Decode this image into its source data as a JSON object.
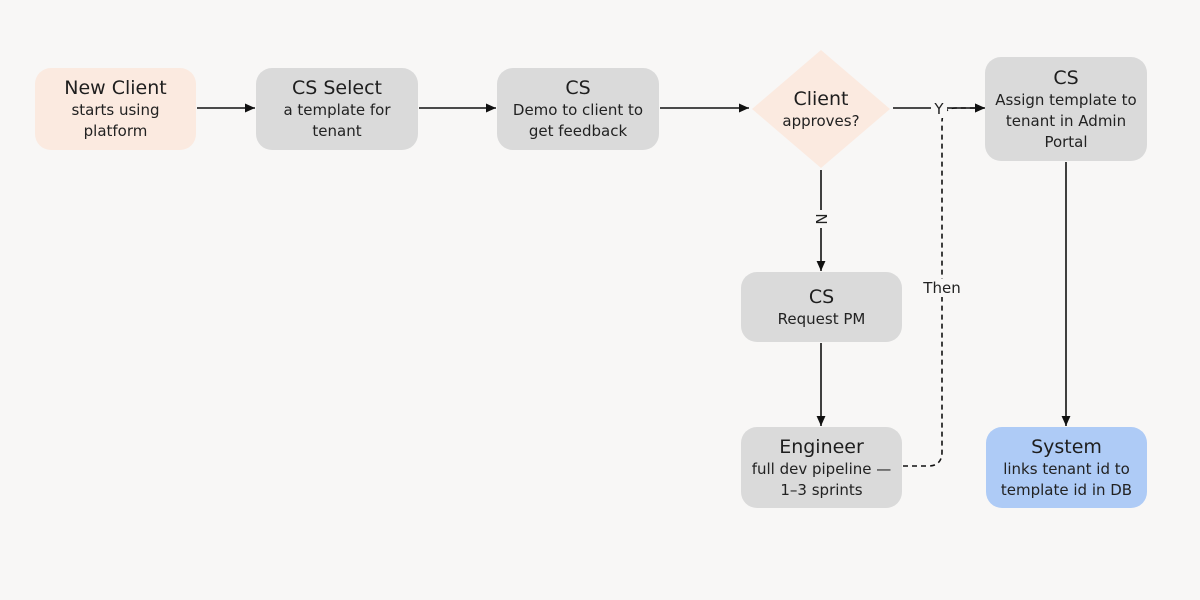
{
  "nodes": {
    "new_client": {
      "title": "New Client",
      "sub": "starts using platform",
      "color": "#fbeae0"
    },
    "cs_select": {
      "title": "CS Select",
      "sub": "a template for tenant",
      "color": "#dadada"
    },
    "cs_demo": {
      "title": "CS",
      "sub": "Demo to client to get feedback",
      "color": "#dadada"
    },
    "client_approves": {
      "title": "Client",
      "sub": "approves?",
      "color": "#fbeae0"
    },
    "cs_assign": {
      "title": "CS",
      "sub": "Assign template to tenant in Admin Portal",
      "color": "#dadada"
    },
    "cs_request": {
      "title": "CS",
      "sub": "Request PM",
      "color": "#dadada"
    },
    "engineer": {
      "title": "Engineer",
      "sub": "full dev pipeline — 1–3 sprints",
      "color": "#dadada"
    },
    "system": {
      "title": "System",
      "sub": "links tenant id to template id in DB",
      "color": "#aecbf6"
    }
  },
  "edges": {
    "yes_label": "Y",
    "no_label": "N",
    "then_label": "Then"
  }
}
